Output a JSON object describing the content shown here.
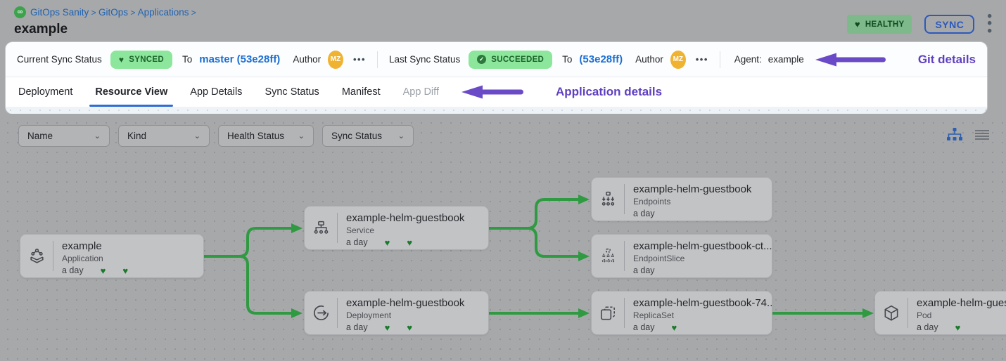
{
  "breadcrumb": {
    "logo": "gitops-logo",
    "items": [
      "GitOps Sanity",
      "GitOps",
      "Applications"
    ],
    "separator": ">"
  },
  "header": {
    "title": "example",
    "health_badge": "HEALTHY",
    "sync_button": "SYNC"
  },
  "status_bar": {
    "current": {
      "label": "Current Sync Status",
      "badge": "SYNCED",
      "to_label": "To",
      "ref": "master (53e28ff)",
      "author_label": "Author",
      "avatar": "MZ",
      "more": "•••"
    },
    "last": {
      "label": "Last Sync Status",
      "badge": "SUCCEEDED",
      "to_label": "To",
      "ref": "(53e28ff)",
      "author_label": "Author",
      "avatar": "MZ",
      "more": "•••"
    },
    "agent": {
      "label": "Agent:",
      "value": "example"
    },
    "annotation": "Git details"
  },
  "tabs": {
    "items": [
      {
        "label": "Deployment",
        "state": "normal"
      },
      {
        "label": "Resource View",
        "state": "active"
      },
      {
        "label": "App Details",
        "state": "normal"
      },
      {
        "label": "Sync Status",
        "state": "normal"
      },
      {
        "label": "Manifest",
        "state": "normal"
      },
      {
        "label": "App Diff",
        "state": "disabled"
      }
    ],
    "annotation": "Application details"
  },
  "filters": {
    "dropdowns": [
      "Name",
      "Kind",
      "Health Status",
      "Sync Status"
    ],
    "view_toggles": [
      "tree-view-icon",
      "list-view-icon"
    ]
  },
  "graph": {
    "age_text": "a day",
    "nodes": [
      {
        "id": "app",
        "title": "example",
        "kind": "Application",
        "age": "a day",
        "hearts": 2,
        "icon": "application-icon"
      },
      {
        "id": "svc",
        "title": "example-helm-guestbook",
        "kind": "Service",
        "age": "a day",
        "hearts": 2,
        "icon": "service-icon"
      },
      {
        "id": "dep",
        "title": "example-helm-guestbook",
        "kind": "Deployment",
        "age": "a day",
        "hearts": 2,
        "icon": "deployment-icon"
      },
      {
        "id": "ep",
        "title": "example-helm-guestbook",
        "kind": "Endpoints",
        "age": "a day",
        "hearts": 0,
        "icon": "endpoints-icon"
      },
      {
        "id": "eps",
        "title": "example-helm-guestbook-ct...",
        "kind": "EndpointSlice",
        "age": "a day",
        "hearts": 0,
        "icon": "endpointslice-icon"
      },
      {
        "id": "rs",
        "title": "example-helm-guestbook-74...",
        "kind": "ReplicaSet",
        "age": "a day",
        "hearts": 1,
        "icon": "replicaset-icon"
      },
      {
        "id": "pod",
        "title": "example-helm-guest",
        "kind": "Pod",
        "age": "a day",
        "hearts": 1,
        "icon": "pod-icon"
      }
    ]
  },
  "colors": {
    "accent_blue": "#2e6cd6",
    "link_blue": "#1b6fd3",
    "badge_green_bg": "#8ce69b",
    "badge_green_text": "#1c632b",
    "healthy_bg": "#7db98b",
    "annotation_purple": "#6a4ac6",
    "connector_green": "#2f9a41",
    "avatar_orange": "#f0b231",
    "heart_green": "#1a7a2b"
  }
}
